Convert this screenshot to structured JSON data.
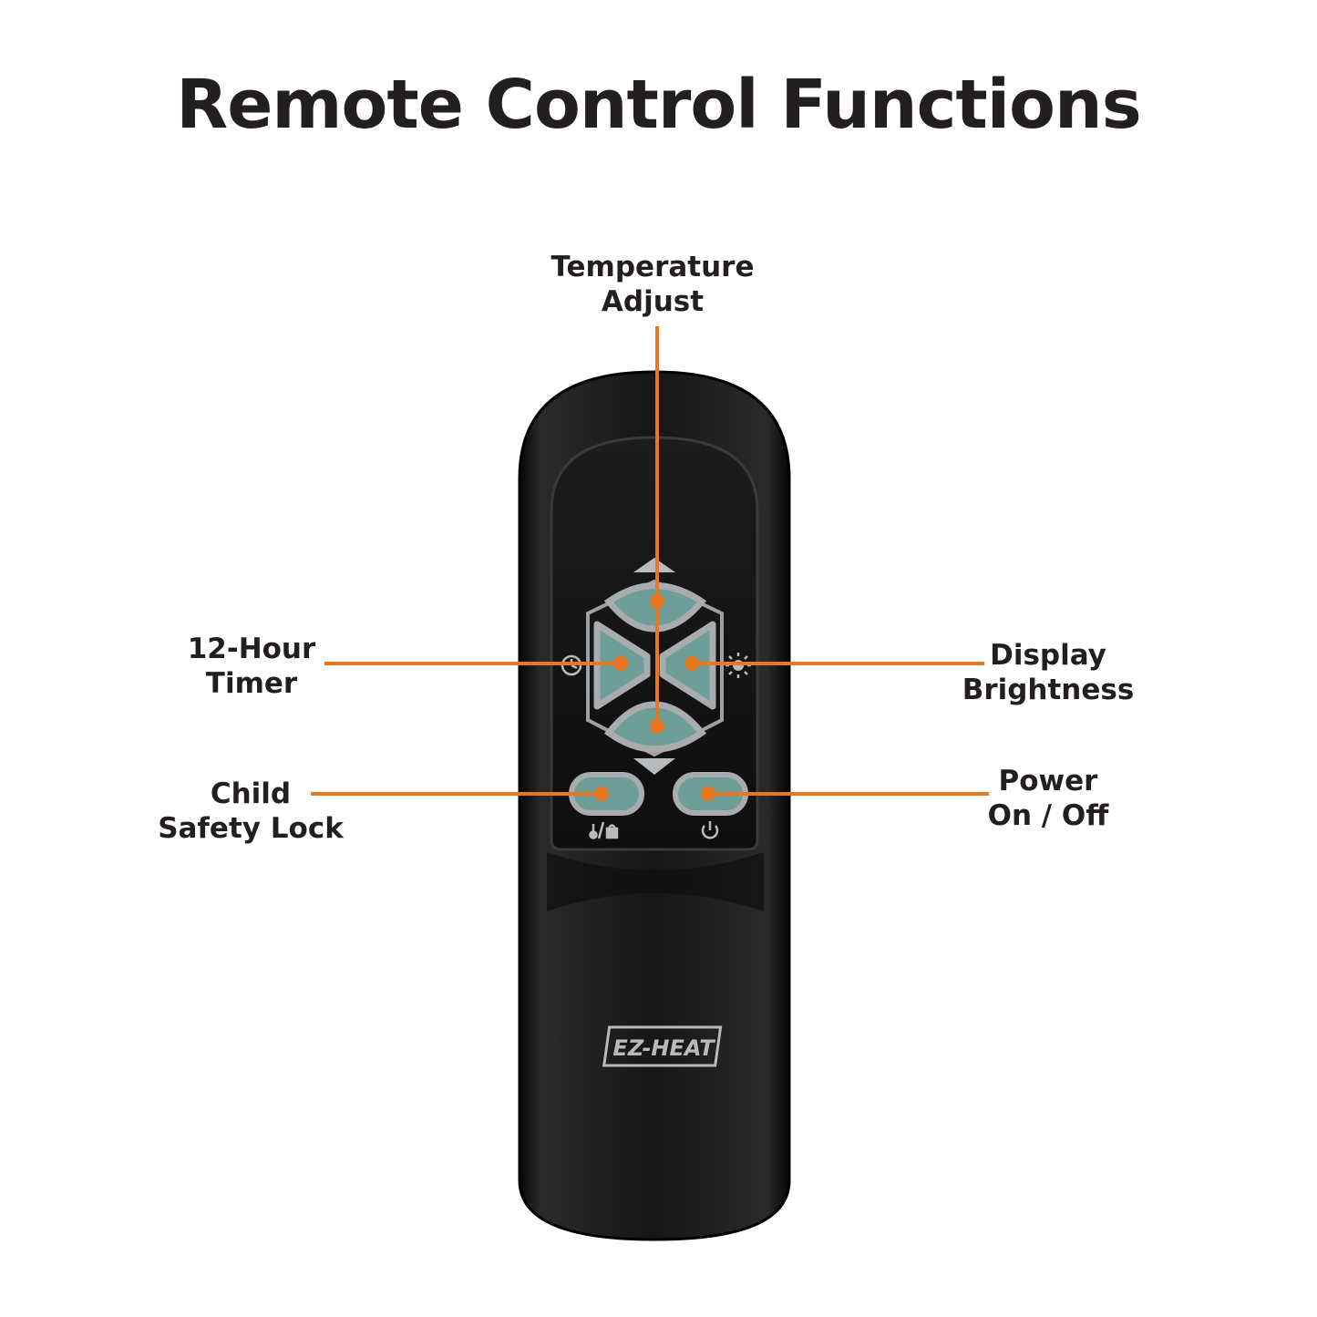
{
  "title": "Remote Control Functions",
  "callouts": {
    "temperature": {
      "line1": "Temperature",
      "line2": "Adjust"
    },
    "timer": {
      "line1": "12-Hour",
      "line2": "Timer"
    },
    "brightness": {
      "line1": "Display",
      "line2": "Brightness"
    },
    "lock": {
      "line1": "Child",
      "line2": "Safety Lock"
    },
    "power": {
      "line1": "Power",
      "line2": "On / Off"
    }
  },
  "brand": "EZ-HEAT",
  "colors": {
    "callout": "#e87722",
    "button": "#6e9e98",
    "button_ring": "#a9acae",
    "body": "#111111",
    "text": "#231f20"
  },
  "icons": [
    "clock-icon",
    "sun-icon",
    "thermometer-lock-icon",
    "power-icon",
    "arrow-up-icon",
    "arrow-down-icon"
  ]
}
